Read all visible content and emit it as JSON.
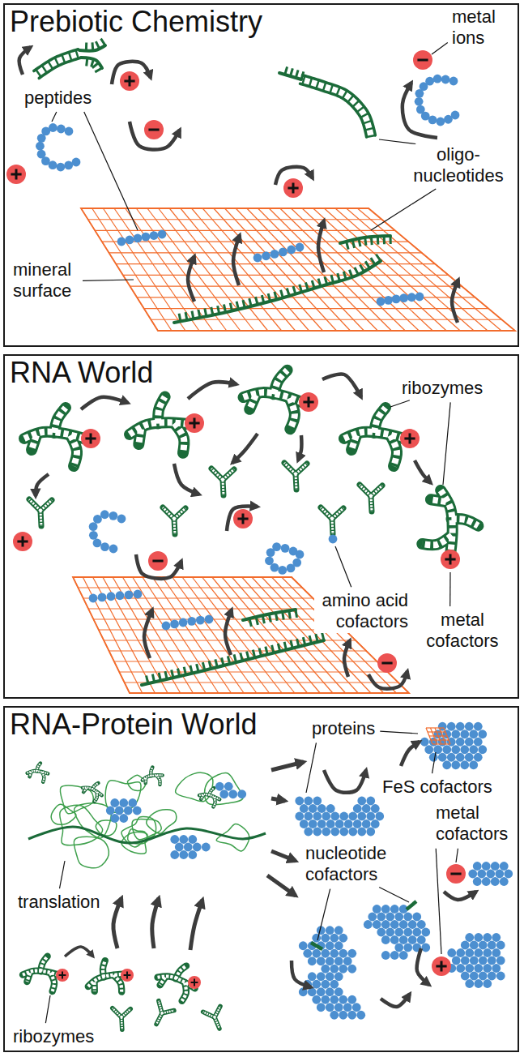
{
  "diagram": {
    "nodes": [
      {
        "text": [
          "Prebiotic Chemistry"
        ]
      },
      {
        "text": [
          "RNA World"
        ]
      },
      {
        "text": [
          "RNA-Protein World"
        ]
      }
    ],
    "labels": [
      "metal ions",
      "peptides",
      "oligo- nucleotides",
      "mineral surface",
      "ribozymes",
      "amino acid cofactors",
      "metal cofactors",
      "proteins",
      "FeS cofactors",
      "metal cofactors",
      "nucleotide cofactors",
      "translation",
      "ribozymes"
    ]
  }
}
